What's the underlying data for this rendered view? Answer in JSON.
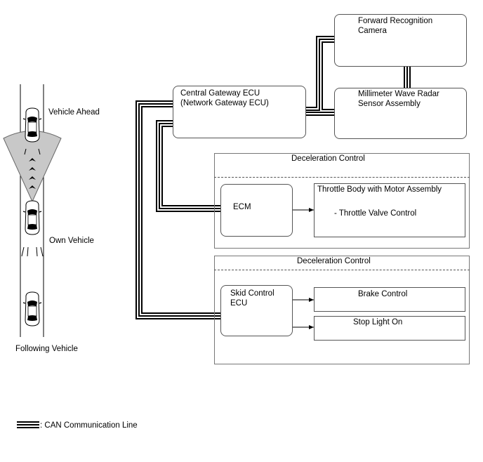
{
  "vehicles": {
    "ahead": "Vehicle Ahead",
    "own": "Own Vehicle",
    "following": "Following Vehicle"
  },
  "ecus": {
    "gateway_line1": "Central Gateway ECU",
    "gateway_line2": "(Network Gateway ECU)",
    "camera_line1": "Forward Recognition",
    "camera_line2": "Camera",
    "radar_line1": "Millimeter Wave Radar",
    "radar_line2": "Sensor Assembly",
    "ecm": "ECM",
    "skid_line1": "Skid Control",
    "skid_line2": "ECU"
  },
  "panel1": {
    "title": "Deceleration Control",
    "throttle_title": "Throttle Body with Motor Assembly",
    "throttle_item": "- Throttle Valve Control"
  },
  "panel2": {
    "title": "Deceleration Control",
    "brake": "Brake Control",
    "stop_light": "Stop Light On"
  },
  "legend": {
    "label": ": CAN Communication Line"
  }
}
